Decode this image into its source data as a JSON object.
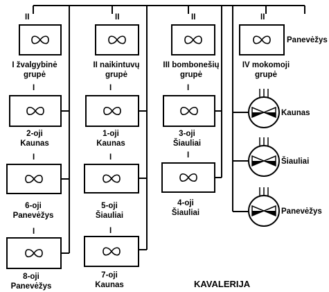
{
  "marks": {
    "double": "II",
    "single": "I"
  },
  "groups": [
    {
      "name_lines": [
        "I žvalgybinė",
        "grupė"
      ],
      "squadrons": [
        {
          "lines": [
            "2-oji",
            "Kaunas"
          ]
        },
        {
          "lines": [
            "6-oji",
            "Panevėžys"
          ]
        },
        {
          "lines": [
            "8-oji",
            "Panevėžys"
          ]
        }
      ]
    },
    {
      "name_lines": [
        "II naikintuvų",
        "grupė"
      ],
      "squadrons": [
        {
          "lines": [
            "1-oji",
            "Kaunas"
          ]
        },
        {
          "lines": [
            "5-oji",
            "Šiauliai"
          ]
        },
        {
          "lines": [
            "7-oji",
            "Kaunas"
          ]
        }
      ]
    },
    {
      "name_lines": [
        "III bombonešių",
        "grupė"
      ],
      "squadrons": [
        {
          "lines": [
            "3-oji",
            "Šiauliai"
          ]
        },
        {
          "lines": [
            "4-oji",
            "Šiauliai"
          ]
        }
      ]
    },
    {
      "name_lines": [
        "IV mokomoji",
        "grupė"
      ],
      "location": "Panevėžys",
      "schools": [
        "Kaunas",
        "Šiauliai",
        "Panevėžys"
      ]
    }
  ],
  "footer_label": "KAVALERIJA"
}
